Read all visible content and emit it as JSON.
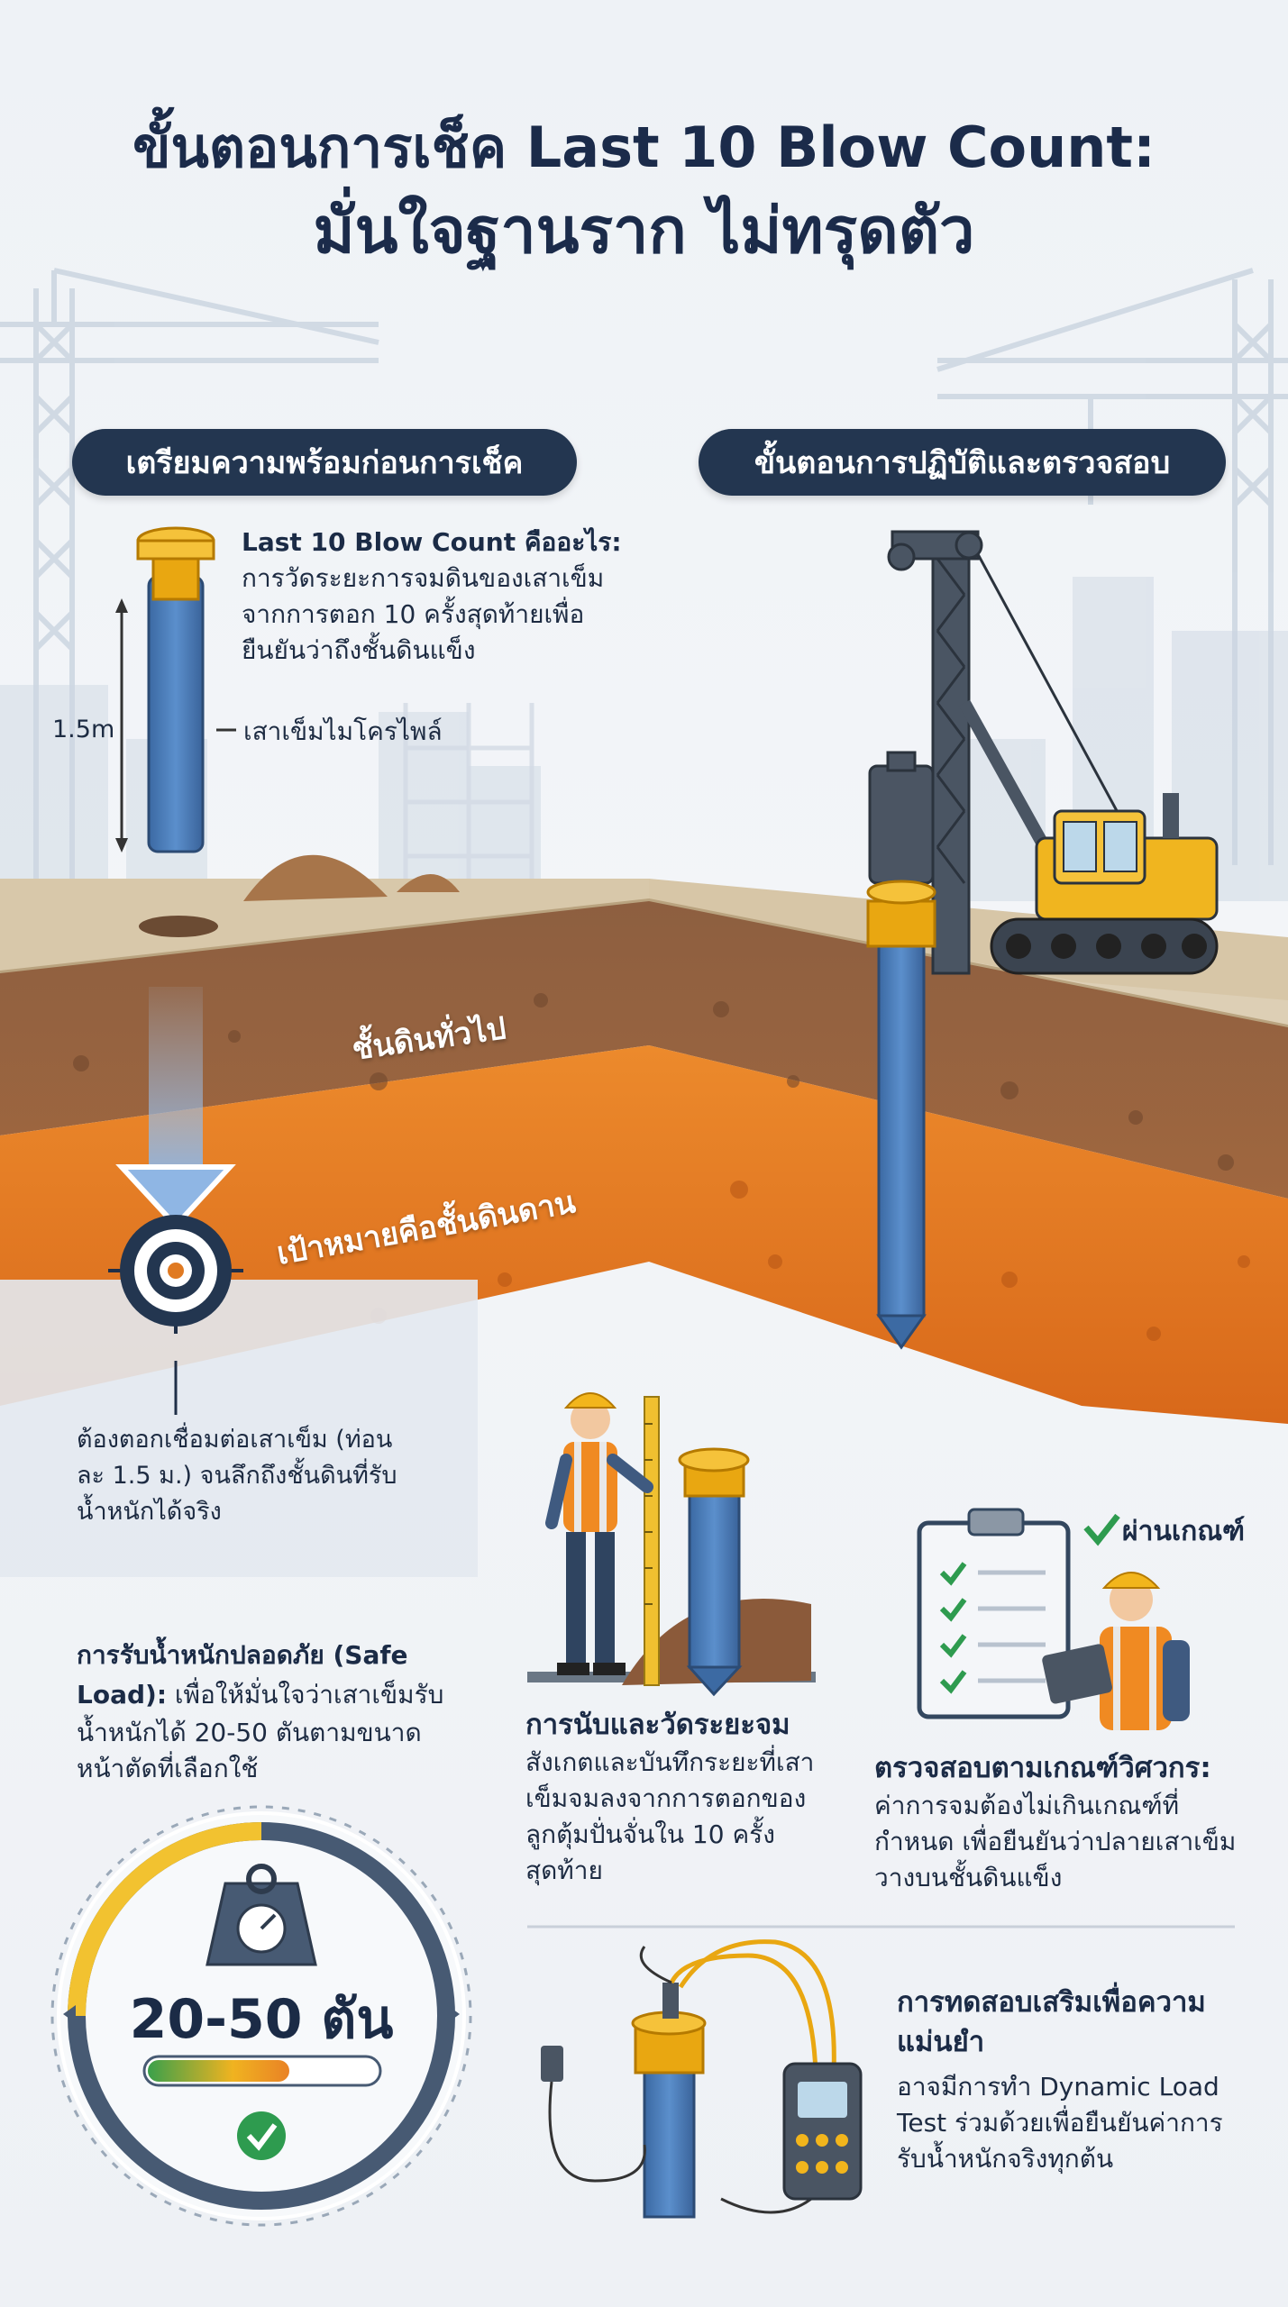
{
  "title": {
    "line1": "ขั้นตอนการเช็ค Last 10 Blow Count:",
    "line2": "มั่นใจฐานราก ไม่ทรุดตัว"
  },
  "sections": {
    "prep_label": "เตรียมความพร้อมก่อนการเช็ค",
    "process_label": "ขั้นตอนการปฏิบัติและตรวจสอบ"
  },
  "definition": {
    "heading": "Last 10 Blow Count คืออะไร:",
    "body": "การวัดระยะการจมดินของเสาเข็มจากการตอก 10 ครั้งสุดท้ายเพื่อยืนยันว่าถึงชั้นดินแข็ง"
  },
  "pile": {
    "length_label": "1.5m",
    "name": "เสาเข็มไมโครไพล์"
  },
  "soil": {
    "general": "ชั้นดินทั่วไป",
    "target": "เป้าหมายคือชั้นดินดาน"
  },
  "connect_note": "ต้องตอกเชื่อมต่อเสาเข็ม (ท่อนละ 1.5 ม.) จนลึกถึงชั้นดินที่รับน้ำหนักได้จริง",
  "safe_load": {
    "heading": "การรับน้ำหนักปลอดภัย (Safe Load):",
    "body": "เพื่อให้มั่นใจว่าเสาเข็มรับน้ำหนักได้ 20-50 ตันตามขนาดหน้าตัดที่เลือกใช้",
    "gauge_value": "20-50 ตัน",
    "gauge_fill": 0.62
  },
  "steps": {
    "measure": {
      "heading": "การนับและวัดระยะจม",
      "body": "สังเกตและบันทึกระยะที่เสาเข็มจมลงจากการตอกของลูกตุ้มปั่นจั่นใน 10 ครั้งสุดท้าย"
    },
    "inspect": {
      "pass_label": "ผ่านเกณฑ์",
      "heading": "ตรวจสอบตามเกณฑ์วิศวกร:",
      "body": "ค่าการจมต้องไม่เกินเกณฑ์ที่กำหนด เพื่อยืนยันว่าปลายเสาเข็มวางบนชั้นดินแข็ง"
    },
    "extra": {
      "heading": "การทดสอบเสริมเพื่อความแม่นยำ",
      "body": "อาจมีการทำ Dynamic Load Test ร่วมด้วยเพื่อยืนยันค่าการรับน้ำหนักจริงทุกต้น"
    }
  },
  "colors": {
    "navy": "#233650",
    "pile_blue": "#4b7bb5",
    "cap_yellow": "#f2b51c",
    "soil_orange": "#e07a22",
    "soil_brown": "#8b5a3a",
    "check_green": "#2e9b4f"
  },
  "icons": [
    "crane-icon",
    "target-icon",
    "down-arrow-icon",
    "pile-driver-icon",
    "worker-icon",
    "clipboard-icon",
    "check-icon",
    "weight-gauge-icon",
    "sensor-icon"
  ]
}
